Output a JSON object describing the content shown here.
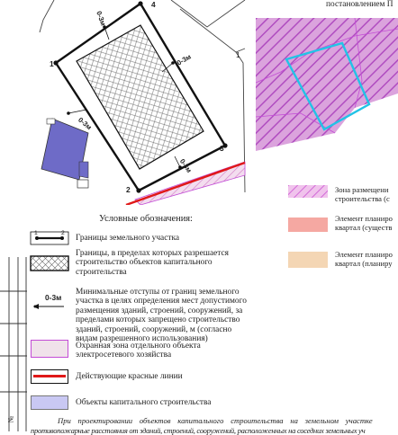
{
  "header": {
    "resolution": "постановлением П"
  },
  "plan": {
    "points": [
      "1",
      "2",
      "3",
      "4"
    ],
    "setbacks": [
      "0-3м",
      "0-3м",
      "0-3м",
      "0-3м"
    ],
    "right_fragment": "1"
  },
  "legend": {
    "title": "Условные обозначения:",
    "items": [
      {
        "label": "Границы земельного участка",
        "sym_left": "1",
        "sym_right": "2"
      },
      {
        "label": "Границы, в пределах которых разрешается строительство объектов капитального строительства"
      },
      {
        "label": "Минимальные отступы от границ земельного участка в целях определения мест допустимого размещения зданий, строений, сооружений, за пределами которых запрещено строительство зданий, строений, сооружений, м (согласно видам разрешенного использования)",
        "sym": "0-3м"
      },
      {
        "label": "Охранная зона отдельного объекта электросетевого хозяйства"
      },
      {
        "label": "Действующие красные линии"
      },
      {
        "label": "Объекты капитального строительства"
      }
    ]
  },
  "right_legend": [
    {
      "line1": "Зона размещени",
      "line2": "строительства (с"
    },
    {
      "line1": "Элемент планиро",
      "line2": "квартал (существ"
    },
    {
      "line1": "Элемент планиро",
      "line2": "квартал (планиру"
    }
  ],
  "footnote": {
    "line1": "При проектировании объектов капитального строительства на земельном участке",
    "line2": "противопожарные расстояния от зданий, строений, сооружений, расположенных на соседних земельных уч"
  },
  "stamp": {
    "vertical": "№"
  },
  "colors": {
    "capital_object": "#6E6BC7",
    "purple_zone": "#C34CD6",
    "red_line": "#E01818",
    "cyan_outline": "#22C3E6",
    "pink_element": "#F5A8A2",
    "tan_element": "#F4D6B4"
  }
}
